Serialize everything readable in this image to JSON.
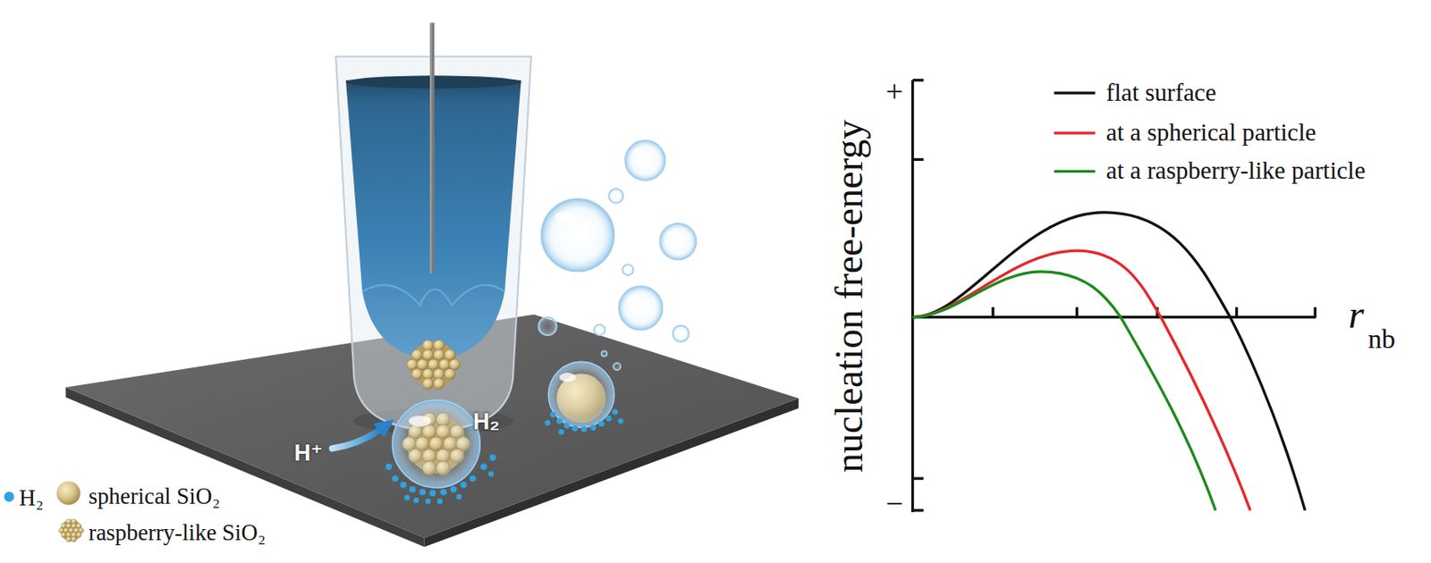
{
  "diagram": {
    "labels": [
      "+",
      "−",
      "nucleation free-energy",
      "r",
      "nb",
      "H⁺",
      "H₂"
    ],
    "legend": [
      {
        "text": "flat surface"
      },
      {
        "text": "at a spherical particle"
      },
      {
        "text": "at a raspberry-like particle"
      },
      {
        "text": "H₂"
      },
      {
        "text": "spherical SiO₂"
      },
      {
        "text": "raspberry-like SiO₂"
      }
    ]
  }
}
